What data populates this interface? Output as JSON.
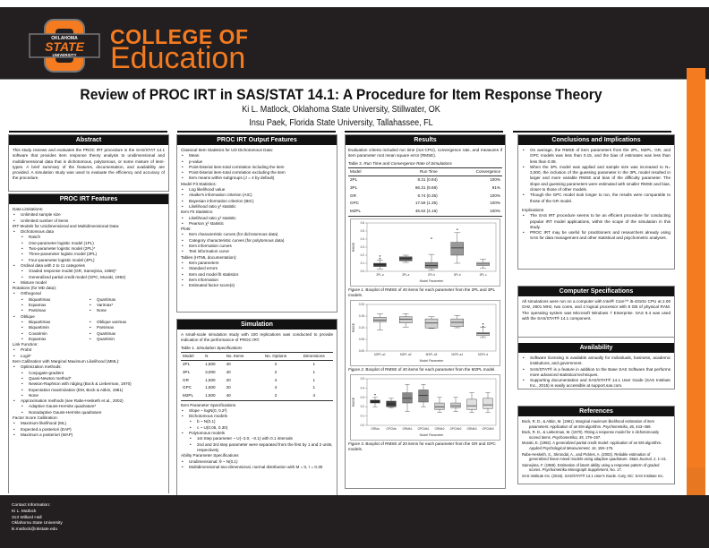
{
  "header": {
    "logo_top_text": "OKLAHOMA",
    "logo_main_text": "STATE",
    "logo_bottom_text": "UNIVERSITY",
    "college_line": "COLLEGE OF",
    "education_line": "Education",
    "brand_color": "#f47b20",
    "dark_color": "#231f20"
  },
  "title": {
    "main": "Review of PROC IRT in SAS/STAT 14.1: A Procedure for Item Response Theory",
    "author1": "Ki L. Matlock, Oklahoma State University, Stillwater, OK",
    "author2": "Insu Paek, Florida State University, Tallahassee, FL"
  },
  "abstract": {
    "heading": "Abstract",
    "text": "This study reviews and evaluates the PROC IRT procedure in the SAS/STAT 14.1 software that provides item response theory analysis to unidimensional and multidimensional data that is dichotomous, polytomous, or some mixture of item-types. A brief summary of the features, documentation, and availability are provided. A simulation study was used to evaluate the efficiency and accuracy of the procedure."
  },
  "features": {
    "heading": "PROC IRT Features",
    "data_limitations_label": "Data Limitations:",
    "data_limitations": [
      "Unlimited sample size",
      "Unlimited number of items"
    ],
    "irt_models_label": "IRT Models for Unidimensional and Multidimensional Data:",
    "dichotomous_label": "Dichotomous data",
    "dichotomous": [
      "Rasch",
      "One-parameter logistic model (1PL)",
      "Two-parameter logistic model (2PL)*",
      "Three-parameter logistic model (3PL)",
      "Four-parameter logistic model (4PL)"
    ],
    "ordinal_label": "Ordinal data with 2 to 11 categories",
    "ordinal": [
      "Graded response model (GR, Samejima, 1969)*",
      "Generalized partial credit model (GPC, Muraki, 1992)"
    ],
    "mixture_label": "Mixture model",
    "rotations_label": "Rotations (for MD data):",
    "orthogonal_label": "Orthogonal",
    "orthogonal_left": [
      "Biquartimax",
      "Equamax",
      "Parsimax"
    ],
    "orthogonal_right": [
      "Quartimax",
      "Varimax*",
      "None"
    ],
    "oblique_label": "Oblique",
    "oblique_left": [
      "Biquartimax",
      "Biquartimin",
      "Covarimin",
      "Equamax"
    ],
    "oblique_right": [
      "Oblique varimax",
      "Parsimax",
      "Quartimax",
      "Quartimin"
    ],
    "link_label": "Link Function:",
    "link": [
      "Probit",
      "Logit*"
    ],
    "calib_label": "Item Calibration with Marginal Maximum Likelihood (MML):",
    "optim_label": "Optimization methods:",
    "optim": [
      "Conjugate-gradient",
      "Quasi-Newton method*",
      "Newton-Raphson with ridging (Bock & Lieberman, 1970)",
      "Expectation maximization (EM, Bock & Aitkin, 1981)",
      "None"
    ],
    "approx_label": "Approximation methods (see Rabe-Hesketh et al., 2002)",
    "approx": [
      "Adaptive Gauss-Hermite quadrature*",
      "Nonadaptive Gauss-Hermite quadrature"
    ],
    "factor_label": "Factor Score Calibration:",
    "factor": [
      "Maximum likelihood (ML)",
      "Expected a posteriori (EAP)",
      "Maximum a posteriori (MAP)"
    ]
  },
  "contact": {
    "label": "Contact Information:",
    "name": "Ki L. Matlock",
    "office": "313 Willard Hall",
    "university": "Oklahoma State University",
    "email": "ki.matlock@okstate.edu"
  },
  "output": {
    "heading": "PROC IRT Output Features",
    "classical_label": "Classical Item Statistics for UD Dichotomous Data:",
    "classical": [
      "Mean",
      "p-value",
      "Point-biserial item-total correlation including the item",
      "Point-biserial item-total correlation excluding the item",
      "Item means within subgroups (J = 4 by default)"
    ],
    "model_fit_label": "Model Fit Statistics:",
    "model_fit": [
      "Log likelihood value",
      "Akaike's information criterion (AIC)",
      "Bayesian information criterion (BIC)",
      "Likelihood ratio χ² statistic"
    ],
    "item_fit_label": "Item Fit Statistics:",
    "item_fit": [
      "Likelihood ratio χ² statistic",
      "Pearson χ² statistic"
    ],
    "plots_label": "Plots:",
    "plots": [
      "Item characteristic curves (for dichotomous data)",
      "Category characteristic curves (for polytomous data)",
      "Item information curves",
      "Test information curve"
    ],
    "tables_label": "Tables (HTML documentation):",
    "tables": [
      "Item parameters",
      "Standard errors",
      "Item and model fit statistics",
      "Item information",
      "Estimated factor score(s)"
    ]
  },
  "simulation": {
    "heading": "Simulation",
    "intro": "A small-scale simulation study with 100 replications was conducted to provide indication of the performance of PROC IRT.",
    "table_label": "Table 1.",
    "table_title": "Simulation Specifications",
    "columns": [
      "Model",
      "N",
      "No. Items",
      "No. Options",
      "Dimensions"
    ],
    "rows": [
      [
        "2PL",
        "1,500",
        "40",
        "2",
        "1"
      ],
      [
        "3PL",
        "3,000",
        "40",
        "2",
        "1"
      ],
      [
        "GR",
        "1,500",
        "20",
        "4",
        "1"
      ],
      [
        "GPC",
        "1,500",
        "20",
        "4",
        "1"
      ],
      [
        "M2PL",
        "1,500",
        "40",
        "2",
        "4"
      ]
    ],
    "item_spec_label": "Item Parameter Specifications",
    "slope": "Slope ~ logN(0, 0.2²)",
    "dich_label": "Dichotomous models",
    "dich": [
      "b ~ N(0,1)",
      "c ~ U(0.05, 0.30)"
    ],
    "poly_label": "Polytomous models",
    "poly": [
      "1st Step parameter ~ U(−2.0, −0.1) with 0.1 intervals",
      "2nd and 3rd step parameter were separated from the first by 1 and 2 units, respectively"
    ],
    "ability_label": "Ability Parameter Specifications",
    "ability": [
      "Unidimensional: θ ~ N(0,1)",
      "Multidimensional two-dimensional, normal distribution with M = 0, r = 0.30"
    ]
  },
  "results": {
    "heading": "Results",
    "intro": "Evaluation criteria included run time (not CPU), convergence rate, and measures if item parameter root mean square error (RMSE).",
    "table_label": "Table 2.",
    "table_title": "Run Time and Convergence Rate of Simulations",
    "columns": [
      "Model",
      "Run Time",
      "Convergence"
    ],
    "rows": [
      [
        "2PL",
        "8.31 (0.84)",
        "100%"
      ],
      [
        "3PL",
        "66.31 (9.68)",
        "91%"
      ],
      [
        "GR",
        "6.74 (0.35)",
        "100%"
      ],
      [
        "GPC",
        "17.59 (1.35)",
        "100%"
      ],
      [
        "M2PL",
        "46.62 (4.16)",
        "100%"
      ]
    ],
    "fig1_caption_label": "Figure 1.",
    "fig1_caption": "Boxplot of RMSE of 40 items for each parameter from the 2PL and 3PL models.",
    "fig2_caption_label": "Figure 2.",
    "fig2_caption": "Boxplot of RMSE of 40 items for each parameter from the M2PL model.",
    "fig3_caption_label": "Figure 3.",
    "fig3_caption": "Boxplot of RMSE of 20 items for each parameter from the GR and GPC models."
  },
  "conclusions": {
    "heading": "Conclusions and Implications",
    "bullets": [
      "On average, the RMSE of item parameters from the 2PL, M2PL, GR, and GPC models was less than 0.15, and the bias of estimates was less than less than 0.08.",
      "When the 3PL model was applied and sample size was increased to N= 3,000, the inclusion of the guessing parameter in the 3PL model resulted in larger and more variable RMSE and bias of the difficulty parameter. The slope and guessing parameters were estimated with smaller RMSE and bias, closer to those of other models.",
      "Though the GPC model took longer to run, the results were comparable to those of the GR model."
    ],
    "implications_label": "Implications",
    "implications": [
      "The SAS IRT procedure seems to be an efficient procedure for conducting popular IRT model applications, within the scope of the simulation in this study.",
      "PROC IRT may be useful for practitioners and researchers already using SAS for data management and other statistical and psychometric analyses."
    ]
  },
  "computer": {
    "heading": "Computer Specifications",
    "text": "All simulations were run on a computer with Intel® Core™ i5-4310U CPU at 2.00 GHz, 2601 MHz, two cores, and 4 logical processor with 8 GB of physical RAM. The operating system was Microsoft Windows 7 Enterprise. SAS 9.4 was used with the SAS/STAT® 14.1 component."
  },
  "availability": {
    "heading": "Availability",
    "bullets": [
      "Software licensing is available annually for individuals, business, academic institutions, and government.",
      "SAS/STAT® is a feature in addition to the Base SAS Software that performs more advanced statistical techniques.",
      "Supporting documentation and SAS/STAT® 14.1 User Guide (SAS Institute Inc., 2015) is easily accessible at support.sas.com."
    ]
  },
  "references": {
    "heading": "References",
    "items": [
      {
        "text": "Bock, R. D., & Aitkin, M. (1981). Marginal maximum likelihood estimation of item parameters: Application of an EM algorithm.",
        "source": "Psychometrika, 46",
        "tail": ", 443–459."
      },
      {
        "text": "Bock, R. D., & Lieberman, M. (1970). Fitting a response model for n dichotomously scored items.",
        "source": "Psychometrika, 35",
        "tail": ", 179–197."
      },
      {
        "text": "Muraki, E. (1992). A generalized partial credit model: Application of an EM algorithm.",
        "source": "Applied Psychological Measurement, 16",
        "tail": ", 159–176."
      },
      {
        "text": "Rabe-Hesketh, S., Skrondal, A., and Pickles, A. (2002). Reliable estimation of generalized linear mixed models using adaptive quadrature.",
        "source": "Stata Journal, 2",
        "tail": ", 1–21."
      },
      {
        "text": "Samejima, F. (1969). Estimation of latent ability using a response pattern of graded scores.",
        "source": "Psychometrika Monograph Supplement",
        "tail": ", No. 17."
      },
      {
        "text": "SAS Institute Inc. (2015). SAS/STAT® 14.1 User's Guide. Cary, NC: SAS Institute Inc.",
        "source": "",
        "tail": ""
      }
    ]
  },
  "chart_data": [
    {
      "type": "box",
      "title": "Figure 1",
      "xlabel": "Model Parameter",
      "ylabel": "RMSE",
      "categories": [
        "2PL a",
        "3PL a",
        "2PL b",
        "3PL b",
        "3PL c"
      ],
      "yticks": [
        "0.0",
        "0.1",
        "0.2",
        "0.3",
        "0.4",
        "0.5",
        "0.6"
      ],
      "ylim": [
        0.0,
        0.6
      ],
      "boxes": [
        {
          "min": 0.03,
          "q1": 0.06,
          "median": 0.08,
          "q3": 0.1,
          "max": 0.14,
          "outliers": [
            0.16,
            0.19
          ],
          "color": "#444444"
        },
        {
          "min": 0.11,
          "q1": 0.13,
          "median": 0.16,
          "q3": 0.18,
          "max": 0.2,
          "outliers": [],
          "color": "#555555"
        },
        {
          "min": 0.02,
          "q1": 0.04,
          "median": 0.07,
          "q3": 0.11,
          "max": 0.21,
          "outliers": [
            0.41
          ],
          "color": "#8a8a8a"
        },
        {
          "min": 0.1,
          "q1": 0.2,
          "median": 0.29,
          "q3": 0.36,
          "max": 0.48,
          "outliers": [
            0.52
          ],
          "color": "#999999"
        },
        {
          "min": 0.04,
          "q1": 0.07,
          "median": 0.09,
          "q3": 0.11,
          "max": 0.15,
          "outliers": [],
          "color": "#d0d0d0"
        }
      ]
    },
    {
      "type": "box",
      "title": "Figure 2",
      "xlabel": "Model Parameter",
      "ylabel": "RMSE",
      "categories": [
        "M2PL a1",
        "M2PL a2",
        "M2PL a3",
        "M2PL a4",
        "M2PL d"
      ],
      "yticks": [
        "0.00",
        "0.05",
        "0.10",
        "0.15",
        "0.20"
      ],
      "ylim": [
        0.0,
        0.2
      ],
      "boxes": [
        {
          "min": 0.09,
          "q1": 0.125,
          "median": 0.133,
          "q3": 0.145,
          "max": 0.16,
          "outliers": [],
          "color": "#d0d0d0"
        },
        {
          "min": 0.103,
          "q1": 0.12,
          "median": 0.137,
          "q3": 0.147,
          "max": 0.16,
          "outliers": [],
          "color": "#d0d0d0"
        },
        {
          "min": 0.097,
          "q1": 0.099,
          "median": 0.12,
          "q3": 0.138,
          "max": 0.147,
          "outliers": [],
          "color": "#d0d0d0"
        },
        {
          "min": 0.1,
          "q1": 0.105,
          "median": 0.123,
          "q3": 0.138,
          "max": 0.153,
          "outliers": [],
          "color": "#d0d0d0"
        },
        {
          "min": 0.058,
          "q1": 0.066,
          "median": 0.075,
          "q3": 0.08,
          "max": 0.103,
          "outliers": [
            0.105,
            0.116
          ],
          "color": "#d0d0d0"
        }
      ]
    },
    {
      "type": "box",
      "title": "Figure 3",
      "xlabel": "Model Parameter",
      "ylabel": "RMSE",
      "categories": [
        "GRMa",
        "GPCMa",
        "GRMb1",
        "GPCMb1",
        "GRMb2",
        "GPCMb2",
        "GRMb3",
        "GPCMb3"
      ],
      "yticks": [
        "0.0",
        "0.1",
        "0.2",
        "0.3",
        "0.4",
        "0.5"
      ],
      "ylim": [
        0.0,
        0.5
      ],
      "boxes": [
        {
          "min": 0.2,
          "q1": 0.24,
          "median": 0.26,
          "q3": 0.27,
          "max": 0.3,
          "outliers": [
            0.33
          ],
          "color": "#333333"
        },
        {
          "min": 0.19,
          "q1": 0.2,
          "median": 0.23,
          "q3": 0.26,
          "max": 0.29,
          "outliers": [],
          "color": "#444444"
        },
        {
          "min": 0.15,
          "q1": 0.24,
          "median": 0.29,
          "q3": 0.35,
          "max": 0.44,
          "outliers": [],
          "color": "#888888"
        },
        {
          "min": 0.2,
          "q1": 0.25,
          "median": 0.32,
          "q3": 0.38,
          "max": 0.44,
          "outliers": [],
          "color": "#888888"
        },
        {
          "min": 0.14,
          "q1": 0.17,
          "median": 0.2,
          "q3": 0.24,
          "max": 0.3,
          "outliers": [],
          "color": "#d0d0d0"
        },
        {
          "min": 0.15,
          "q1": 0.19,
          "median": 0.21,
          "q3": 0.24,
          "max": 0.3,
          "outliers": [],
          "color": "#d0d0d0"
        },
        {
          "min": 0.14,
          "q1": 0.17,
          "median": 0.21,
          "q3": 0.28,
          "max": 0.35,
          "outliers": [],
          "color": "#e0e0e0"
        },
        {
          "min": 0.14,
          "q1": 0.18,
          "median": 0.22,
          "q3": 0.29,
          "max": 0.35,
          "outliers": [],
          "color": "#e0e0e0"
        }
      ]
    }
  ]
}
